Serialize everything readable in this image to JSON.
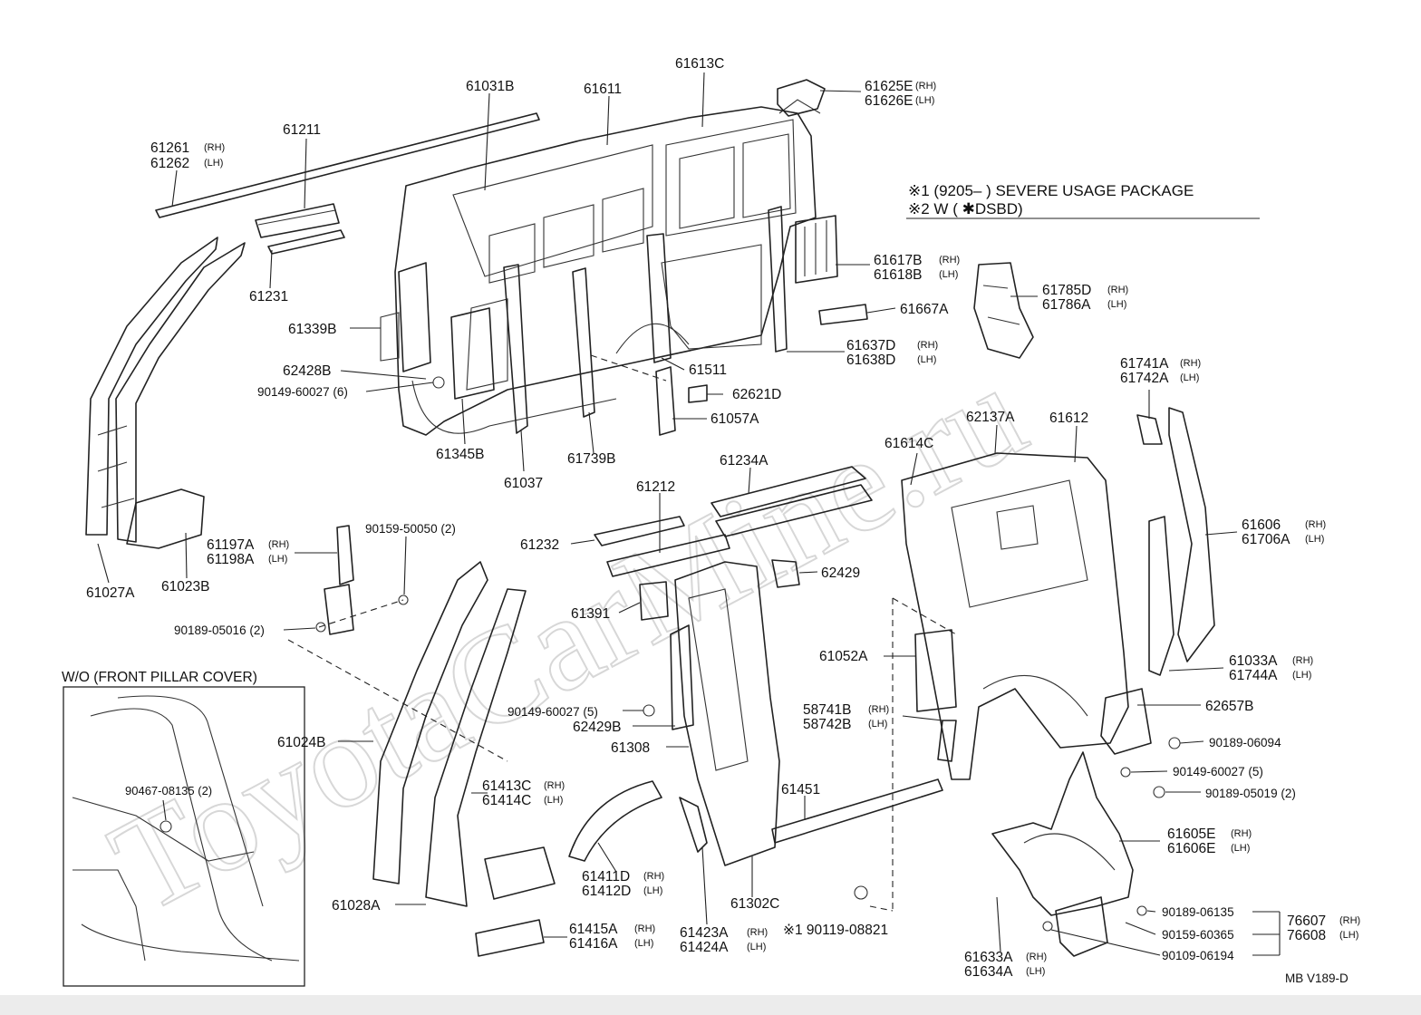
{
  "watermark": "ToyotaCarMine.ru",
  "header": {
    "note1": "※1 (9205–     ) SEVERE  USAGE  PACKAGE",
    "note2": "※2 W ( ✱DSBD)"
  },
  "inset_title": "W/O (FRONT PILLAR COVER)",
  "inset_label": "90467-08135 (2)",
  "footer_code": "MB  V189-D",
  "labels": {
    "p61031B": "61031B",
    "p61611": "61611",
    "p61613C": "61613C",
    "p61625E": "61625E",
    "p61626E": "61626E",
    "p61261": "61261",
    "p61262": "61262",
    "p61211": "61211",
    "p61231": "61231",
    "p61339B": "61339B",
    "p62428B": "62428B",
    "p90149_60027_6": "90149-60027 (6)",
    "p61345B": "61345B",
    "p61037": "61037",
    "p61739B": "61739B",
    "p61511": "61511",
    "p62621D": "62621D",
    "p61057A": "61057A",
    "p61617B": "61617B",
    "p61618B": "61618B",
    "p61667A": "61667A",
    "p61637D": "61637D",
    "p61638D": "61638D",
    "p61785D": "61785D",
    "p61786A": "61786A",
    "p61741A": "61741A",
    "p61742A": "61742A",
    "p62137A": "62137A",
    "p61612": "61612",
    "p61614C": "61614C",
    "p61606": "61606",
    "p61706A": "61706A",
    "p61033A": "61033A",
    "p61744A": "61744A",
    "p62657B": "62657B",
    "p90189_06094": "90189-06094",
    "p90149_60027_5b": "90149-60027 (5)",
    "p90189_05019": "90189-05019 (2)",
    "p61605E": "61605E",
    "p61606E": "61606E",
    "p90189_06135": "90189-06135",
    "p90159_60365": "90159-60365",
    "p90109_06194": "90109-06194",
    "p76607": "76607",
    "p76608": "76608",
    "p61633A": "61633A",
    "p61634A": "61634A",
    "p61027A": "61027A",
    "p61023B": "61023B",
    "p61197A": "61197A",
    "p61198A": "61198A",
    "p90159_50050": "90159-50050 (2)",
    "p90189_05016": "90189-05016 (2)",
    "p61234A": "61234A",
    "p61212": "61212",
    "p61232": "61232",
    "p62429": "62429",
    "p61391": "61391",
    "p90149_60027_5a": "90149-60027 (5)",
    "p62429B": "62429B",
    "p61308": "61308",
    "p61052A": "61052A",
    "p58741B": "58741B",
    "p58742B": "58742B",
    "p61024B": "61024B",
    "p61413C": "61413C",
    "p61414C": "61414C",
    "p61451": "61451",
    "p61411D": "61411D",
    "p61412D": "61412D",
    "p61302C": "61302C",
    "p61028A": "61028A",
    "p61415A": "61415A",
    "p61416A": "61416A",
    "p61423A": "61423A",
    "p61424A": "61424A",
    "p90119_08821": "※1  90119-08821"
  },
  "suffix": {
    "rh": "(RH)",
    "lh": "(LH)"
  }
}
